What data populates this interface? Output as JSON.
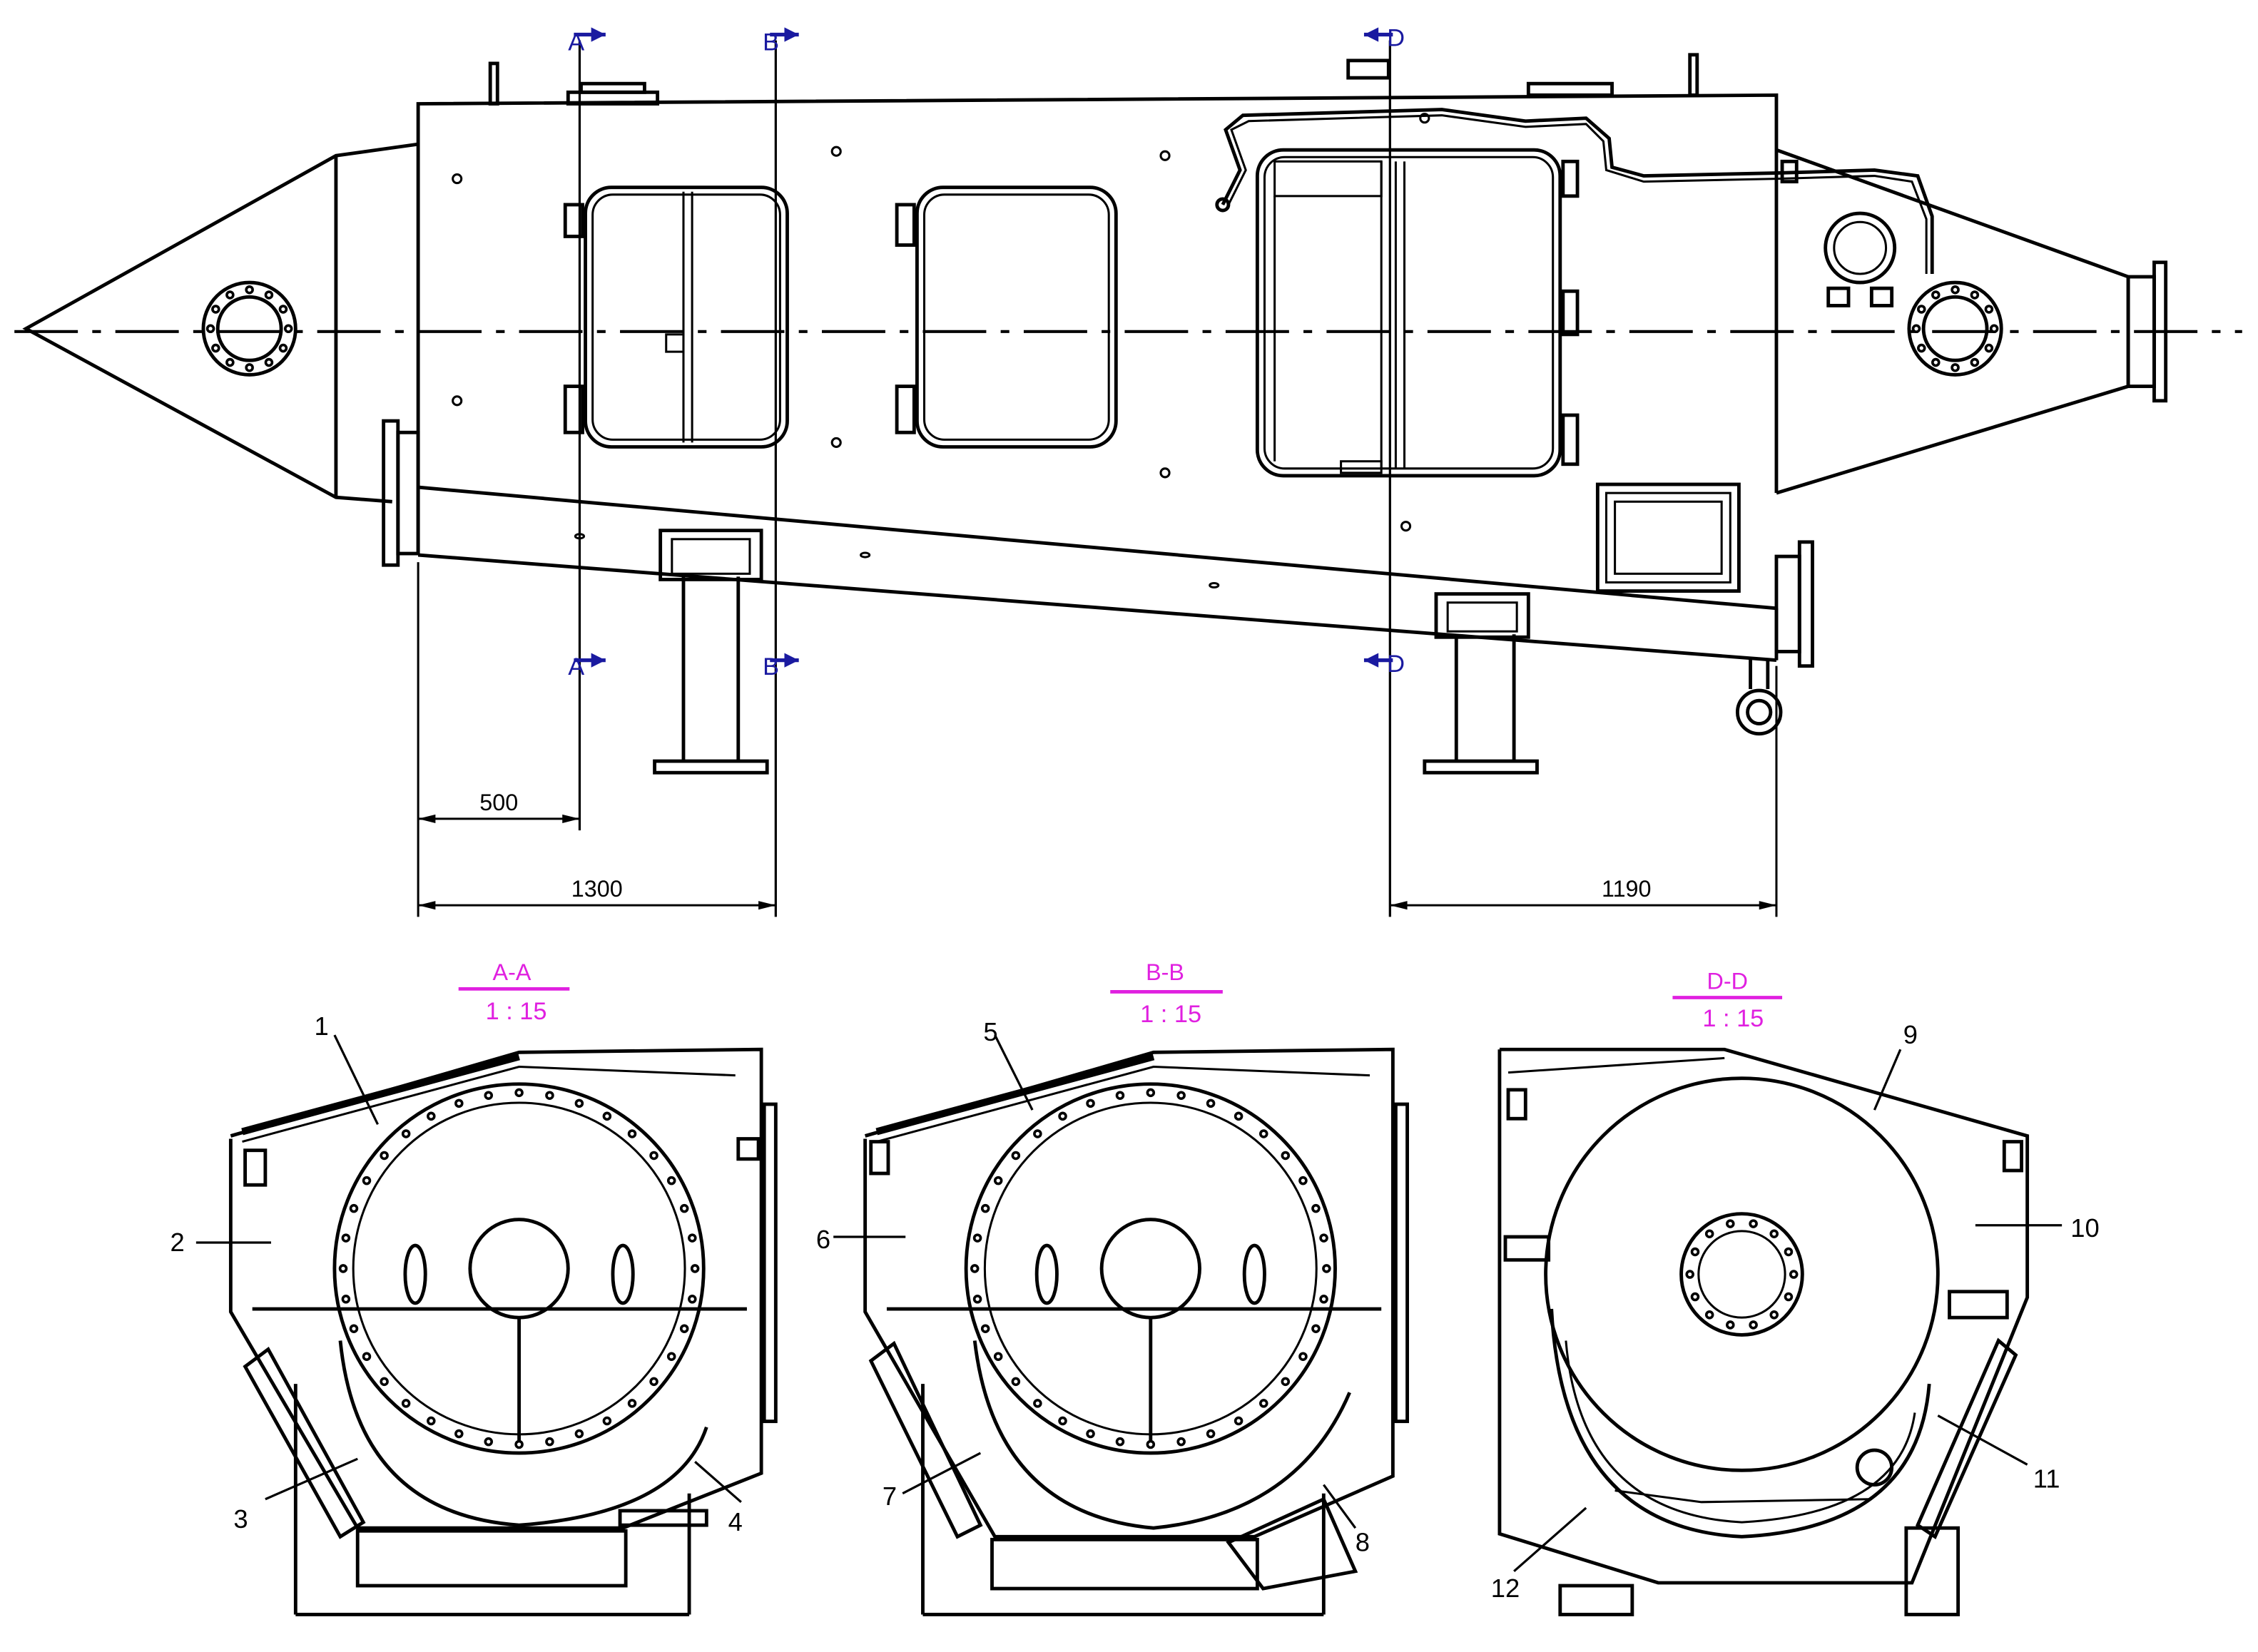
{
  "sections": [
    {
      "mark": "A",
      "view_title": "A-A",
      "view_scale": "1 : 15"
    },
    {
      "mark": "B",
      "view_title": "B-B",
      "view_scale": "1 : 15"
    },
    {
      "mark": "D",
      "view_title": "D-D",
      "view_scale": "1 : 15"
    }
  ],
  "dimensions": {
    "dim_a": "500",
    "dim_b": "1300",
    "dim_d": "1190"
  },
  "part_numbers": [
    "1",
    "2",
    "3",
    "4",
    "5",
    "6",
    "7",
    "8",
    "9",
    "10",
    "11",
    "12"
  ],
  "colors": {
    "section_marks": "#1a1aa0",
    "view_titles": "#e020e0",
    "lines": "#000000"
  }
}
